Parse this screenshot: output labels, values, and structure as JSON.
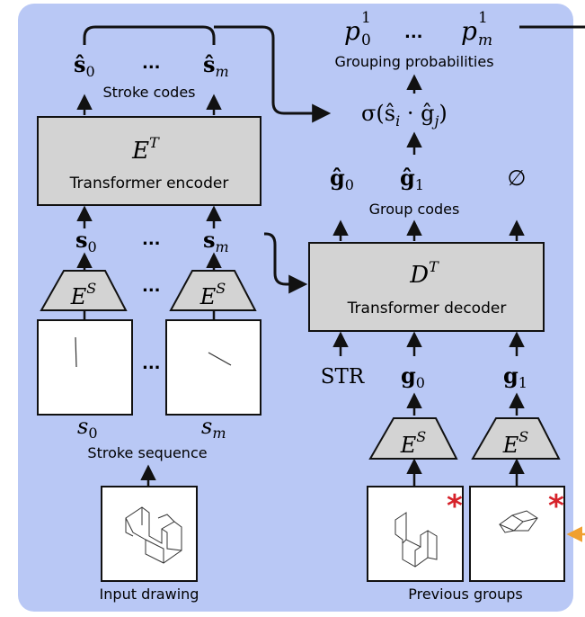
{
  "colors": {
    "panel": "#b9c8f5",
    "box": "#d3d3d3",
    "stroke": "#111111",
    "star": "#d6222a",
    "orange_arrow": "#f0a030"
  },
  "labels": {
    "grouping_probabilities": "Grouping probabilities",
    "stroke_codes": "Stroke codes",
    "group_codes": "Group codes",
    "stroke_sequence": "Stroke sequence",
    "input_drawing": "Input drawing",
    "previous_groups": "Previous groups"
  },
  "encoder": {
    "symbol": "E",
    "superscript": "T",
    "label": "Transformer encoder"
  },
  "decoder": {
    "symbol": "D",
    "superscript": "T",
    "label": "Transformer decoder"
  },
  "stroke_encoder": {
    "symbol": "E",
    "superscript": "S"
  },
  "math": {
    "p0": {
      "base": "p",
      "sup": "1",
      "sub": "0"
    },
    "pm": {
      "base": "p",
      "sup": "1",
      "sub": "m"
    },
    "ellipsis": "...",
    "sigma_expr": "σ(ŝ",
    "sigma_i": "i",
    "sigma_dot": " · ĝ",
    "sigma_j": "j",
    "sigma_close": ")",
    "shat": "ŝ",
    "s": "s",
    "ghat": "ĝ",
    "g": "g",
    "empty": "∅",
    "str": "STR",
    "sub_0": "0",
    "sub_1": "1",
    "sub_m": "m"
  },
  "star_glyph": "*"
}
